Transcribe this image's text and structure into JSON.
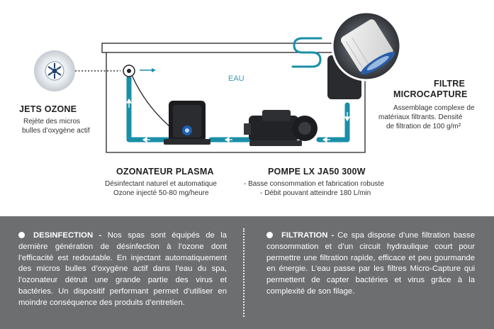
{
  "diagram": {
    "water_label": "EAU",
    "jets": {
      "title": "JETS OZONE",
      "desc_line1": "Rejète des micros",
      "desc_line2": "bulles d’oxygène actif"
    },
    "ozonateur": {
      "title": "OZONATEUR PLASMA",
      "desc_line1": "Désinfectant naturel et automatique",
      "desc_line2": "Ozone injecté 50-80 mg/heure"
    },
    "pompe": {
      "title": "POMPE LX JA50 300W",
      "desc_line1": "- Basse consommation et fabrication robuste",
      "desc_line2": "- Débit pouvant atteindre 180 L/min"
    },
    "filtre": {
      "title_line1": "FILTRE",
      "title_line2": "MICROCAPTURE",
      "desc_line1": "Assemblage complexe de",
      "desc_line2": "matériaux filtrants. Densité",
      "desc_line3": "de filtration de 100 g/m²"
    },
    "colors": {
      "pipe": "#1a8fa8",
      "panel": "#6d6e70"
    }
  },
  "info": {
    "desinfection": {
      "heading": "DESINFECTION -",
      "text": " Nos spas sont équipés de la dernière génération de désinfection à l’ozone dont l’efficacité est redoutable. En injectant automatiquement des micros bulles d’oxygène actif dans l’eau du spa, l’ozonateur détruit une grande partie des virus et bactéries. Un dispositif performant permet d’utiliser en moindre conséquence des produits d’entretien."
    },
    "filtration": {
      "heading": "FILTRATION -",
      "text": " Ce spa dispose d’une filtration basse consommation et d’un circuit hydraulique court pour permettre une filtration rapide, efficace et peu gourmande en énergie. L’eau passe par les filtres Micro-Capture qui permettent de capter bactéries et virus grâce à la complexité de son filage."
    }
  }
}
